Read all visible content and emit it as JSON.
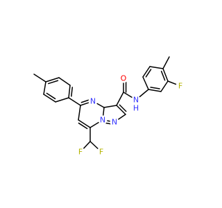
{
  "colors": {
    "background": "#ffffff",
    "bond": "#000000",
    "nitrogen": "#3333ff",
    "oxygen": "#ff0000",
    "fluorine": "#b3b300"
  },
  "atom_labels": {
    "carbonyl_oxygen": "O",
    "amide_nitrogen": "N",
    "amide_hydrogen": "H",
    "pyrimidine_nitrogen": "N",
    "bridgehead_nitrogen": "N",
    "pyrazole_nitrogen": "N",
    "aryl_fluorine": "F",
    "difluoromethyl_fluorine_left": "F",
    "difluoromethyl_fluorine_right": "F"
  }
}
